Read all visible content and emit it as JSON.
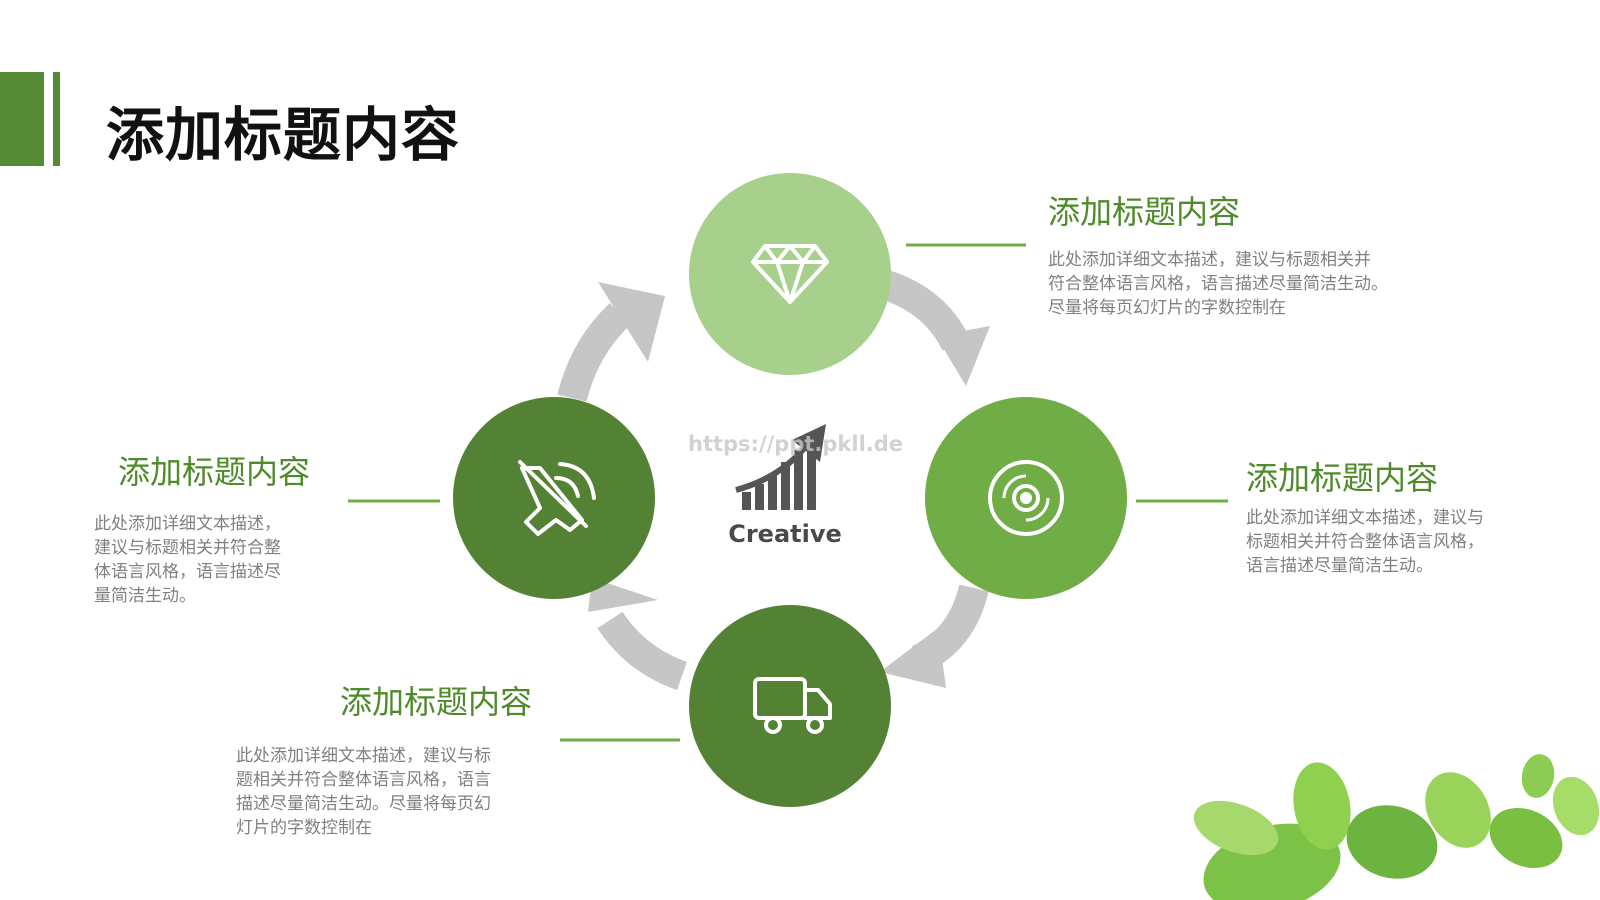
{
  "slide": {
    "title": "添加标题内容",
    "watermark": "https://ppt.pkll.de"
  },
  "diagram": {
    "center_label": "Creative",
    "nodes": [
      {
        "icon": "diamond-icon",
        "color": "#a8d08d"
      },
      {
        "icon": "disc-icon",
        "color": "#70ad47"
      },
      {
        "icon": "truck-icon",
        "color": "#548235"
      },
      {
        "icon": "speaker-icon",
        "color": "#548235"
      }
    ],
    "arrow_color": "#c6c6c6"
  },
  "blocks": [
    {
      "title": "添加标题内容",
      "lines": [
        "此处添加详细文本描述，建议与标题相关并",
        "符合整体语言风格，语言描述尽量简洁生动。",
        "尽量将每页幻灯片的字数控制在"
      ]
    },
    {
      "title": "添加标题内容",
      "lines": [
        "此处添加详细文本描述，建议与",
        "标题相关并符合整体语言风格，",
        "语言描述尽量简洁生动。"
      ]
    },
    {
      "title": "添加标题内容",
      "lines": [
        "此处添加详细文本描述，建议与标",
        "题相关并符合整体语言风格，语言",
        "描述尽量简洁生动。尽量将每页幻",
        "灯片的字数控制在"
      ]
    },
    {
      "title": "添加标题内容",
      "lines": [
        "此处添加详细文本描述，",
        "建议与标题相关并符合整",
        "体语言风格，语言描述尽",
        "量简洁生动。"
      ]
    }
  ]
}
